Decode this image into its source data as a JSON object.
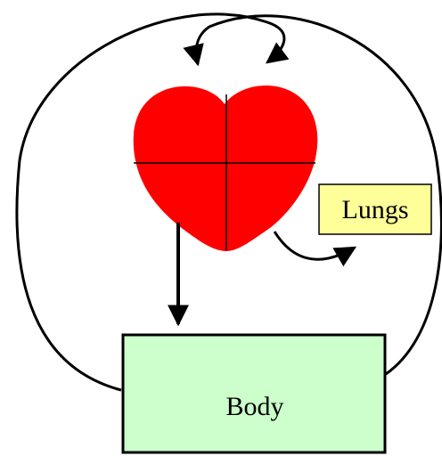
{
  "diagram": {
    "nodes": {
      "heart": {
        "shape": "heart",
        "color": "#ff0000",
        "divider_color": "#000000"
      },
      "lungs": {
        "label": "Lungs",
        "fill": "#ffff99",
        "stroke": "#000000"
      },
      "body": {
        "label": "Body",
        "fill": "#ccffcc",
        "stroke": "#000000"
      }
    },
    "connections": [
      {
        "from": "heart",
        "to": "lungs",
        "arrow": "end"
      },
      {
        "from": "heart",
        "to": "body",
        "arrow": "end"
      },
      {
        "from": "body",
        "to": "heart",
        "route": "left-loop",
        "arrow": "end"
      },
      {
        "from": "body",
        "to": "heart",
        "route": "right-loop",
        "arrow": "end"
      }
    ],
    "line_color": "#000000"
  }
}
